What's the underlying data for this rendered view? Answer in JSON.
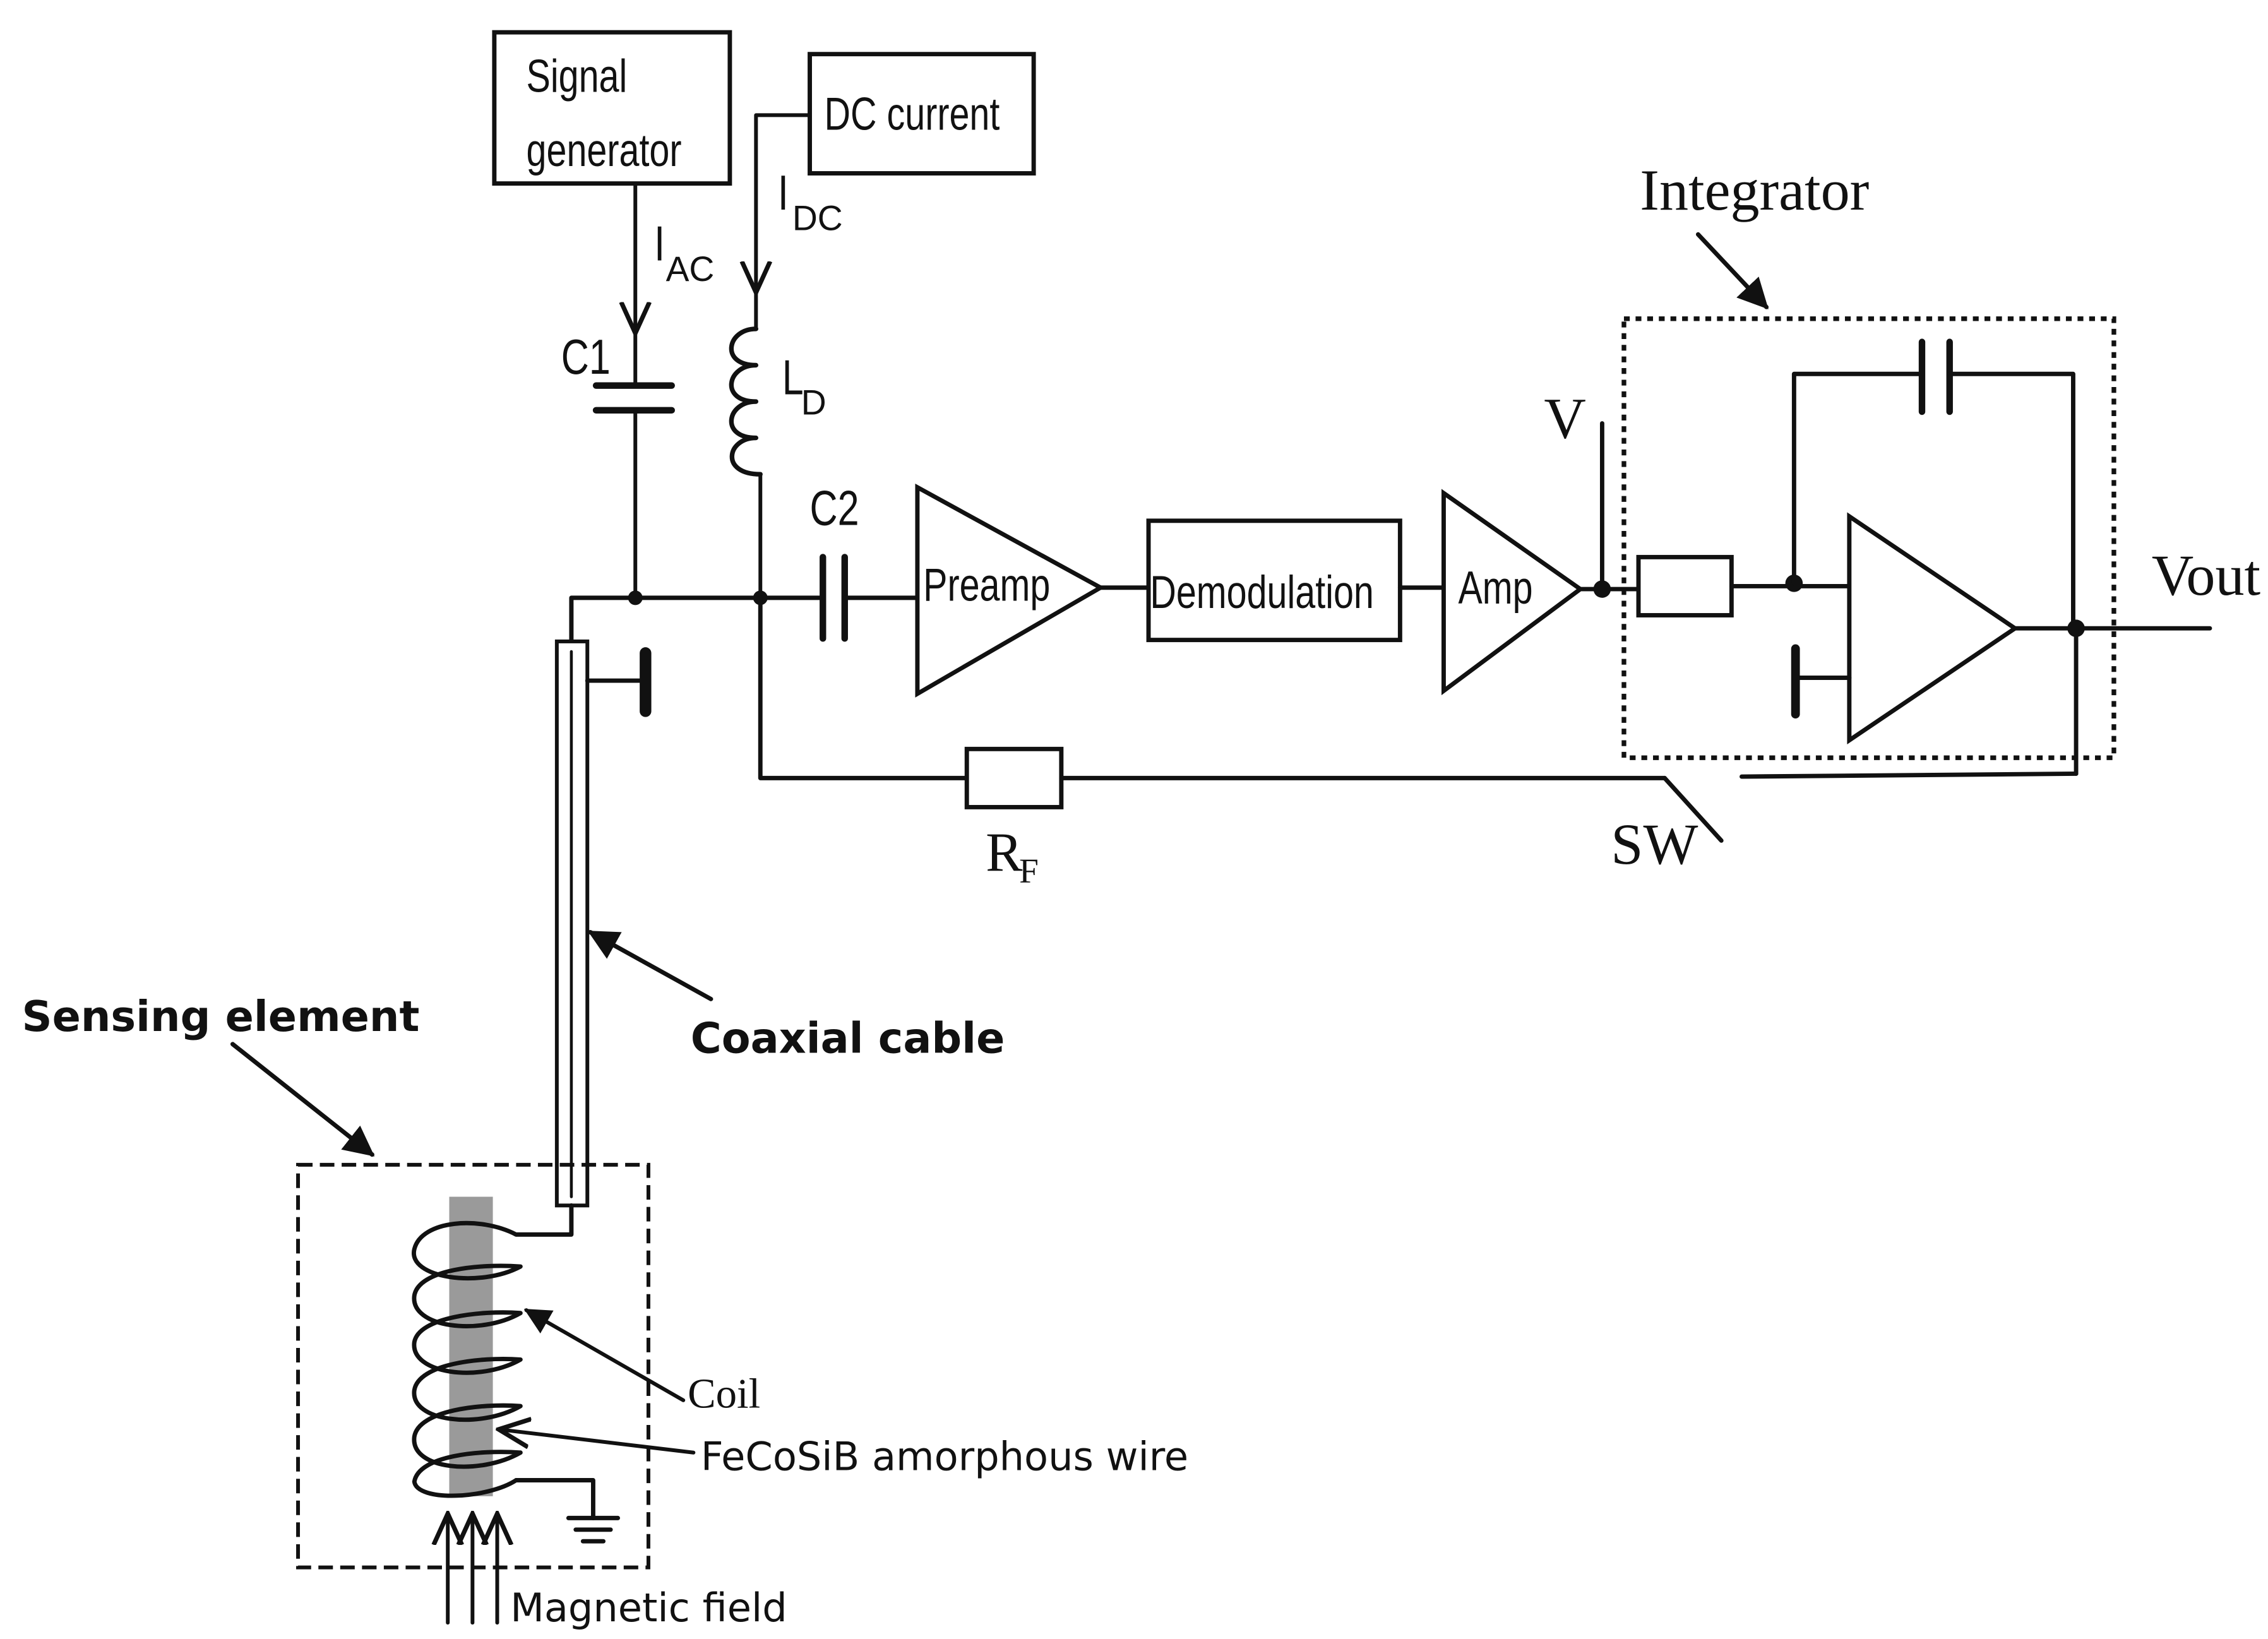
{
  "blocks": {
    "signal_generator_line1": "Signal",
    "signal_generator_line2": "generator",
    "dc_current": "DC current",
    "preamp": "Preamp",
    "demodulation": "Demodulation",
    "amp": "Amp",
    "integrator": "Integrator"
  },
  "labels": {
    "i_ac_main": "I",
    "i_ac_sub": "AC",
    "i_dc_main": "I",
    "i_dc_sub": "DC",
    "c1": "C1",
    "c2": "C2",
    "l_d_main": "L",
    "l_d_sub": "D",
    "v": "V",
    "vout": "Vout",
    "r_f_main": "R",
    "r_f_sub": "F",
    "sw": "SW"
  },
  "annotations": {
    "sensing_element": "Sensing element",
    "coaxial_cable": "Coaxial cable",
    "coil": "Coil",
    "wire": "FeCoSiB amorphous wire",
    "magnetic_field": "Magnetic field"
  },
  "colors": {
    "line": "#111111",
    "wire_core": "#9a9a9a",
    "background": "#ffffff"
  }
}
